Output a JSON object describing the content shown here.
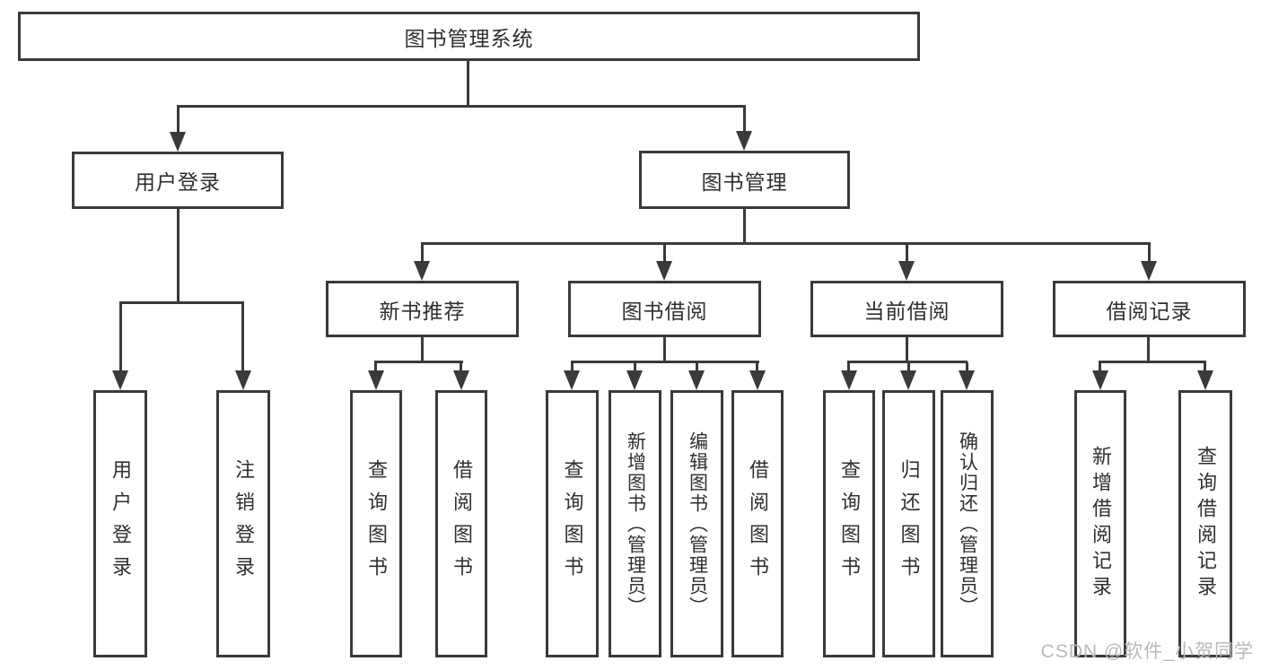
{
  "tree": {
    "label": "图书管理系统",
    "children": [
      {
        "label": "用户登录",
        "children": [
          {
            "label": "用户登录"
          },
          {
            "label": "注销登录"
          }
        ]
      },
      {
        "label": "图书管理",
        "children": [
          {
            "label": "新书推荐",
            "children": [
              {
                "label": "查询图书"
              },
              {
                "label": "借阅图书"
              }
            ]
          },
          {
            "label": "图书借阅",
            "children": [
              {
                "label": "查询图书"
              },
              {
                "label": "新增图书（管理员）"
              },
              {
                "label": "编辑图书（管理员）"
              },
              {
                "label": "借阅图书"
              }
            ]
          },
          {
            "label": "当前借阅",
            "children": [
              {
                "label": "查询图书"
              },
              {
                "label": "归还图书"
              },
              {
                "label": "确认归还（管理员）"
              }
            ]
          },
          {
            "label": "借阅记录",
            "children": [
              {
                "label": "新增借阅记录"
              },
              {
                "label": "查询借阅记录"
              }
            ]
          }
        ]
      }
    ]
  },
  "watermark": {
    "text": "CSDN @软件_小贺同学"
  },
  "colors": {
    "line": "#3a3a3a",
    "text": "#2f2f2f",
    "watermark": "#b9b9b9",
    "background": "#ffffff"
  }
}
